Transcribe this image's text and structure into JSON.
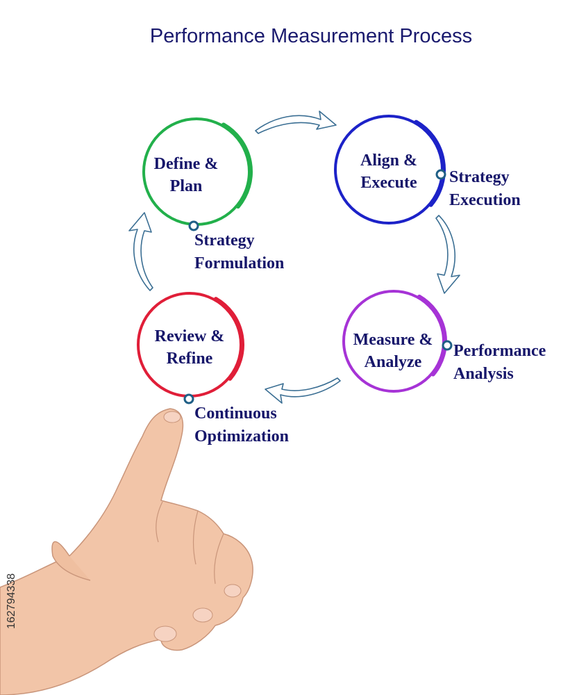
{
  "title": "Performance Measurement Process",
  "stages": [
    {
      "label_lines": [
        "Define &",
        "Plan"
      ],
      "callout_lines": [
        "Strategy",
        "Formulation"
      ],
      "color": "#22b04b"
    },
    {
      "label_lines": [
        "Align &",
        "Execute"
      ],
      "callout_lines": [
        "Strategy",
        "Execution"
      ],
      "color": "#1c22c8"
    },
    {
      "label_lines": [
        "Measure &",
        "Analyze"
      ],
      "callout_lines": [
        "Performance",
        "Analysis"
      ],
      "color": "#a633d6"
    },
    {
      "label_lines": [
        "Review &",
        "Refine"
      ],
      "callout_lines": [
        "Continuous",
        "Optimization"
      ],
      "color": "#e01e38"
    }
  ],
  "side_id": "162794338",
  "colors": {
    "title": "#1a1a6e",
    "label": "#16166a",
    "arrow": "#3a6e93",
    "node": "#1f5f86",
    "skin": "#f2c5a8"
  },
  "icons": [
    "pointing-hand",
    "cycle-arrow",
    "connector-dot"
  ]
}
